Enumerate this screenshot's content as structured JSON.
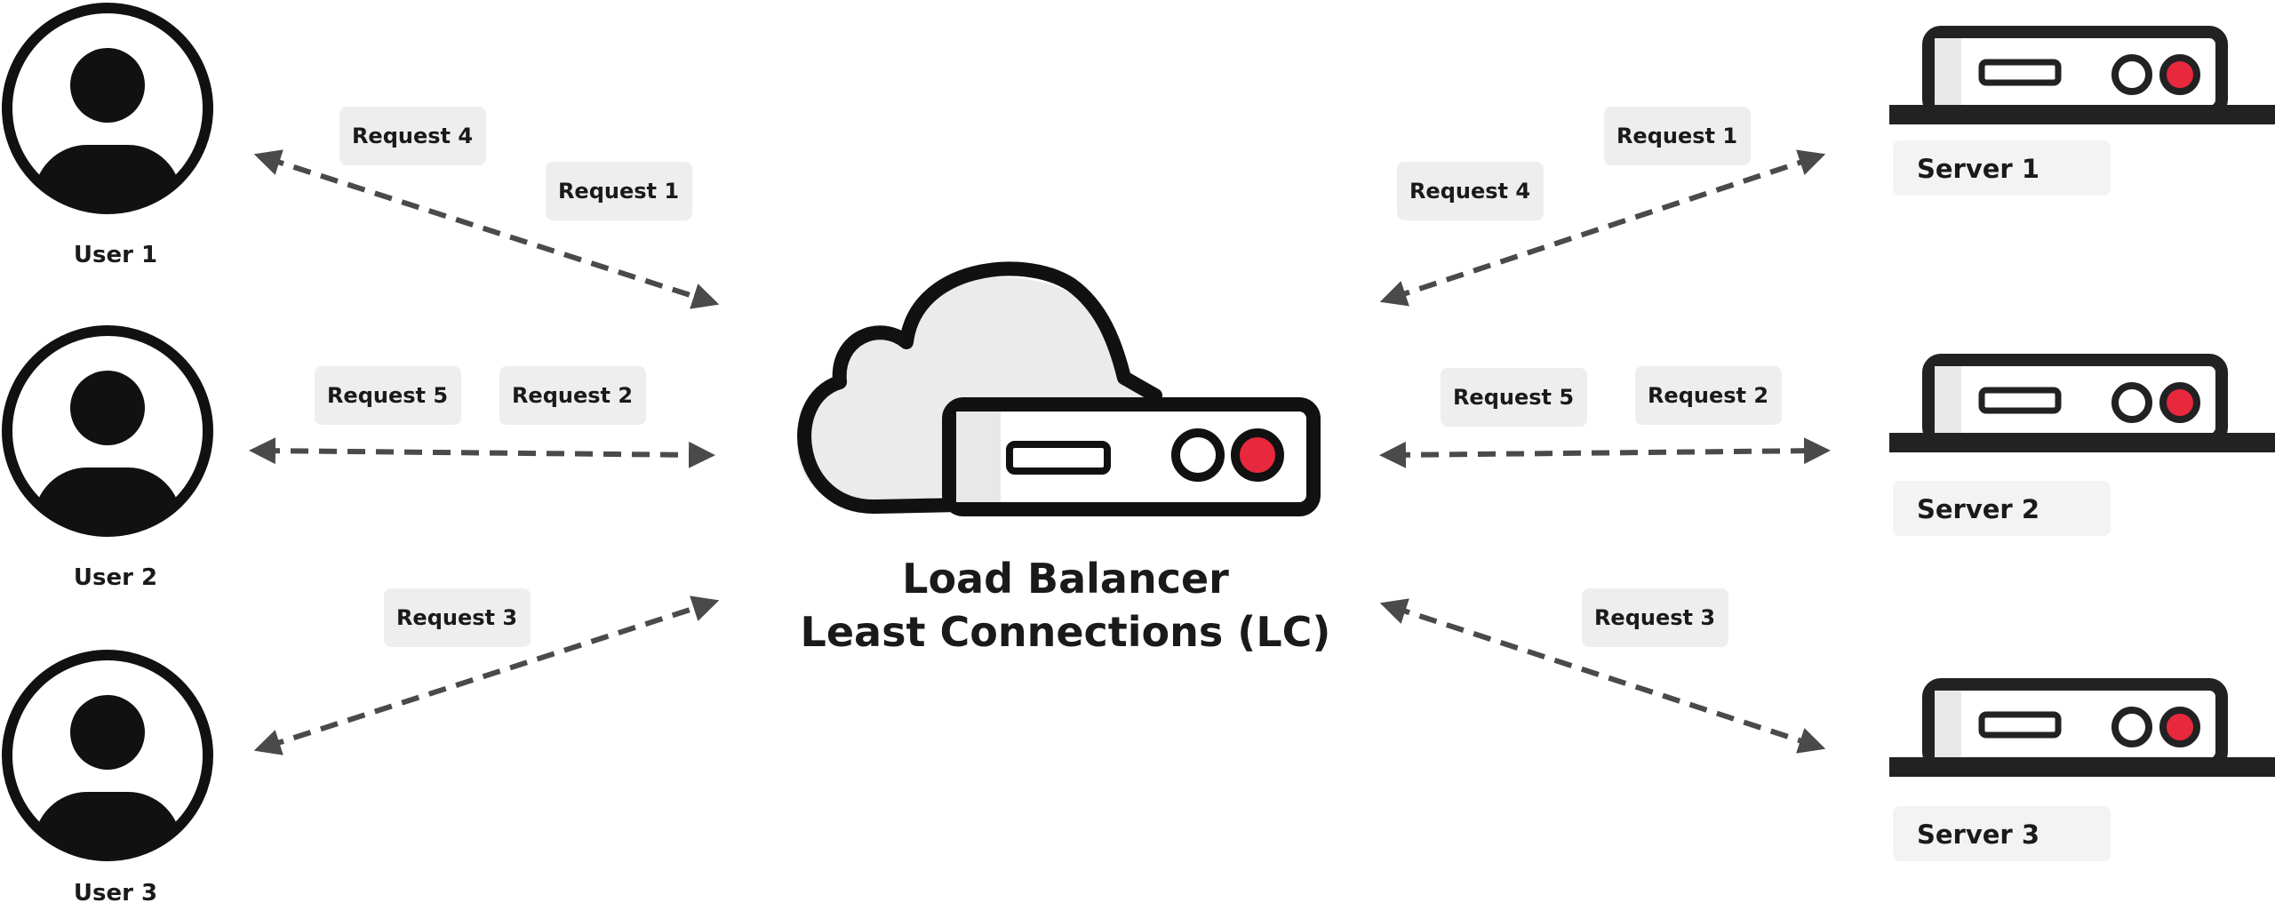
{
  "users": [
    {
      "label": "User 1"
    },
    {
      "label": "User 2"
    },
    {
      "label": "User 3"
    }
  ],
  "servers": [
    {
      "label": "Server 1"
    },
    {
      "label": "Server 2"
    },
    {
      "label": "Server 3"
    }
  ],
  "load_balancer": {
    "title_line1": "Load Balancer",
    "title_line2": "Least Connections (LC)"
  },
  "left_requests": {
    "user1_a": "Request 4",
    "user1_b": "Request 1",
    "user2_a": "Request 5",
    "user2_b": "Request 2",
    "user3_a": "Request 3"
  },
  "right_requests": {
    "server1_a": "Request 1",
    "server1_b": "Request 4",
    "server2_a": "Request 5",
    "server2_b": "Request 2",
    "server3_a": "Request 3"
  },
  "colors": {
    "ink": "#111111",
    "arrow": "#4a4a4a",
    "accent_red": "#e8283c",
    "label_bg": "#eeeeee"
  },
  "icons": [
    "user-avatar-icon",
    "cloud-icon",
    "server-icon",
    "dashed-arrow-icon"
  ]
}
